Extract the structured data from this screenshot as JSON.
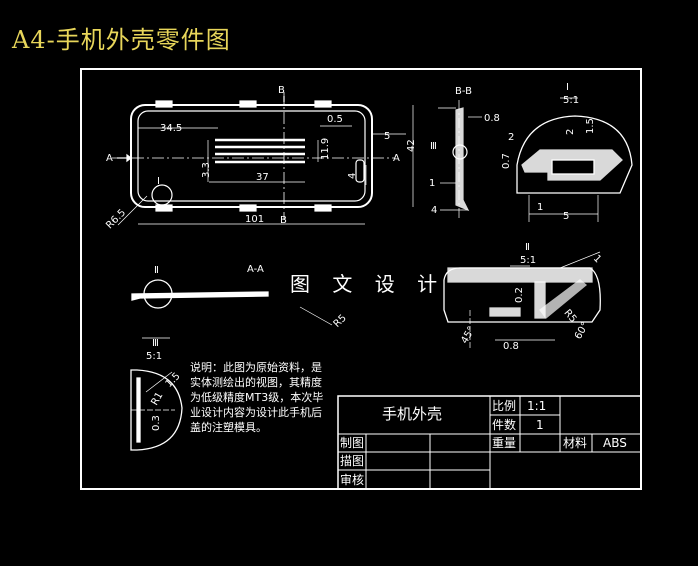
{
  "title": "A4-手机外壳零件图",
  "watermark": "图 文 设 计",
  "views": {
    "section_bb": "B-B",
    "section_aa": "A-A",
    "detail1_label": "Ⅰ",
    "detail1_scale": "5:1",
    "detail2_label": "Ⅱ",
    "detail2_scale": "5:1",
    "detail3_label": "Ⅲ",
    "detail3_scale": "5:1",
    "marker_A": "A",
    "marker_B": "B",
    "marker_I": "Ⅰ",
    "marker_II": "Ⅱ",
    "marker_III": "Ⅲ"
  },
  "dimensions": {
    "d34_5": "34.5",
    "d0_5": "0.5",
    "d1_5": "5",
    "d11_9": "11.9",
    "d3_3": "3.3",
    "d37": "37",
    "d4": "4",
    "d42": "42",
    "d101": "101",
    "dR6_5": "R6.5",
    "dbb_0_8": "0.8",
    "dbb_1": "1",
    "dbb_4": "4",
    "d1_2": "2",
    "d1_0_7": "0.7",
    "d1_2b": "2",
    "d1_1_5": "1.5",
    "d1_1": "1",
    "d2_0_2": "0.2",
    "d2_45": "45°",
    "d2_0_8": "0.8",
    "d2_R5": "R5",
    "d2_60": "60°",
    "d2_1": "1",
    "dAA_R5": "R5",
    "d3_15": "1.5",
    "d3_R1": "R1",
    "d3_0_3": "0.3"
  },
  "note": {
    "lines": [
      "说明：此图为原始资料，是",
      "实体测绘出的视图，其精度",
      "为低级精度MT3级，本次毕",
      "业设计内容为设计此手机后",
      "盖的注塑模具。"
    ]
  },
  "title_block": {
    "part_name": "手机外壳",
    "scale_label": "比例",
    "scale_value": "1:1",
    "qty_label": "件数",
    "qty_value": "1",
    "weight_label": "重量",
    "material_label": "材料",
    "material_value": "ABS",
    "drawn_label": "制图",
    "traced_label": "描图",
    "checked_label": "审核"
  },
  "colors": {
    "background": "#000000",
    "lines": "#ffffff",
    "title": "#e8d65a"
  }
}
